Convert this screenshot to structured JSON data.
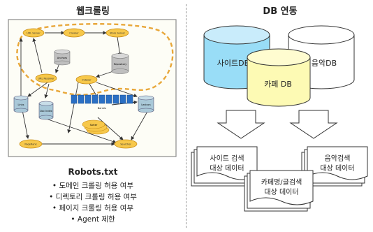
{
  "left_panel": {
    "title": "웹크롤링",
    "crawler_nodes": [
      {
        "id": "url_server",
        "label": "URL Server"
      },
      {
        "id": "crawlers",
        "label": "Crawler"
      },
      {
        "id": "store_server",
        "label": "Store Server"
      },
      {
        "id": "anchors",
        "label": "Anchors"
      },
      {
        "id": "repository",
        "label": "Repository"
      },
      {
        "id": "url_resolver",
        "label": "URL Resolver"
      },
      {
        "id": "indexer",
        "label": "Indexer"
      },
      {
        "id": "links",
        "label": "Links"
      },
      {
        "id": "doc_index",
        "label": "Doc Index"
      },
      {
        "id": "barrels",
        "label": "Barrels"
      },
      {
        "id": "sorter",
        "label": "Sorter"
      },
      {
        "id": "lexicon",
        "label": "Lexicon"
      },
      {
        "id": "pagerank",
        "label": "PageRank"
      },
      {
        "id": "searcher",
        "label": "Searcher"
      }
    ],
    "robots_title": "Robots.txt",
    "robots_items": [
      "• 도메인 크롤링 허용 여부",
      "• 디렉토리 크롤링 허용 여부",
      "• 페이지 크롤링 허용 여부",
      "• Agent 제한"
    ]
  },
  "right_panel": {
    "title": "DB 연동",
    "databases": [
      {
        "label": "사이트DB",
        "color": "#99ddf7"
      },
      {
        "label": "음악DB",
        "color": "#ffffff"
      },
      {
        "label": "카페 DB",
        "color": "#fdfab4"
      }
    ],
    "documents": [
      {
        "line1": "사이트 검색",
        "line2": "대상 데이터"
      },
      {
        "line1": "카페명/글검색",
        "line2": "대상 데이터"
      },
      {
        "line1": "음악검색",
        "line2": "대상 데이터"
      }
    ]
  },
  "colors": {
    "node_fill": "#f7c84a",
    "node_stroke": "#c58a15",
    "db_fill": "#a9c8d8",
    "gray_db": "#bfbfbf",
    "dashed_orange": "#e8a73a",
    "frame_stroke": "#8a8a8a"
  }
}
